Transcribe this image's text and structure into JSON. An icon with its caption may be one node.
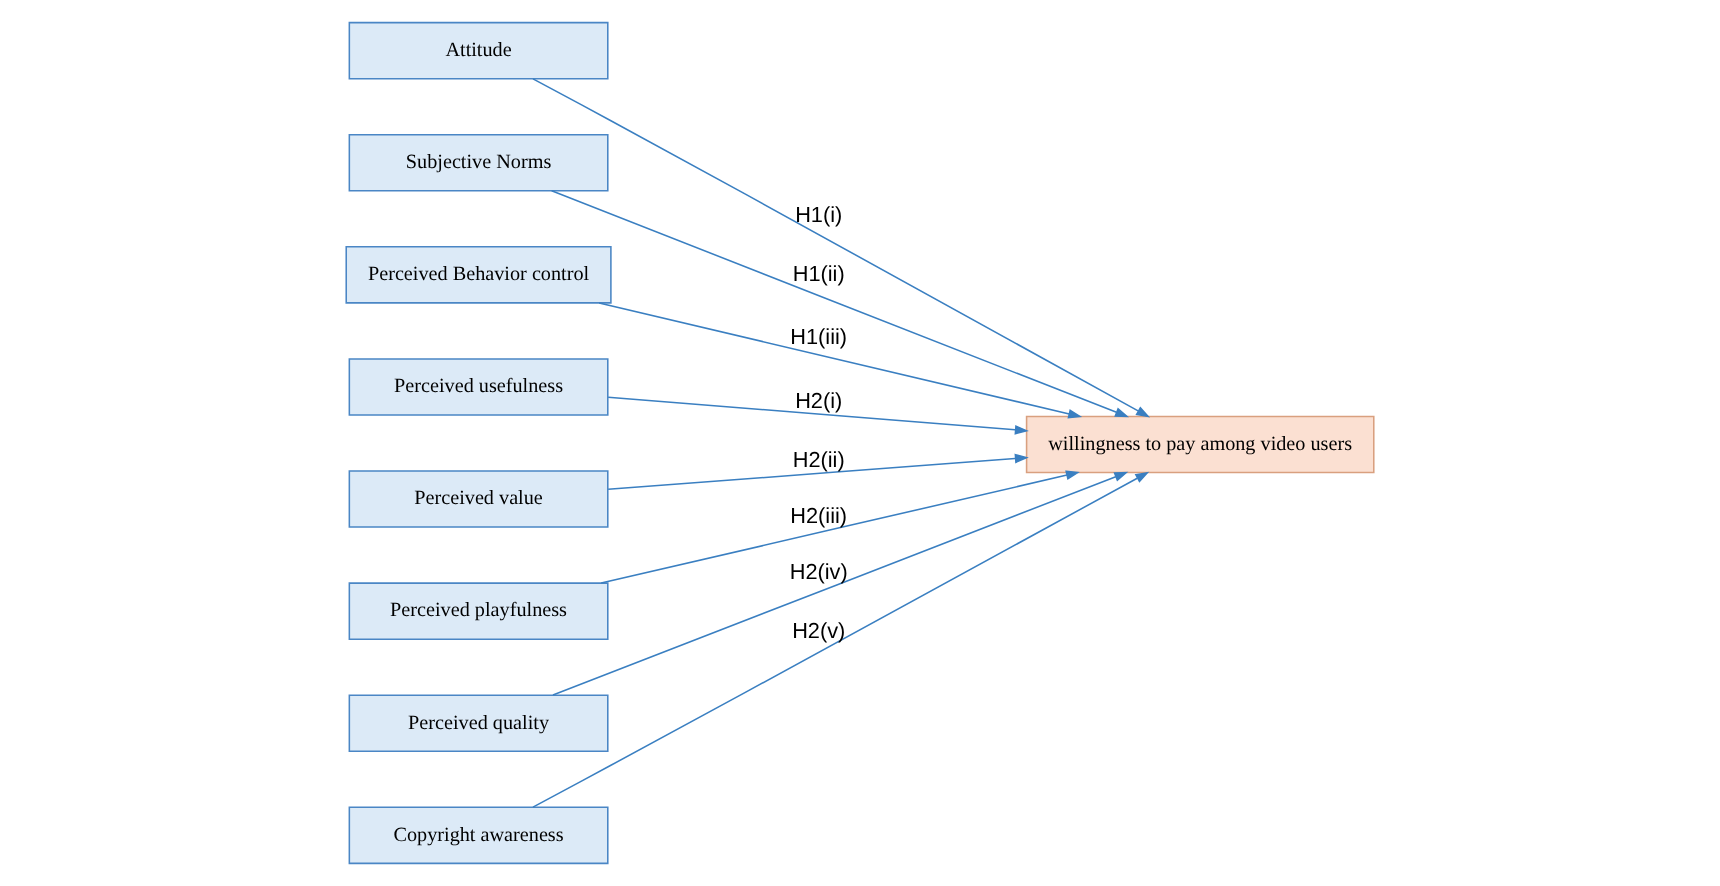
{
  "diagram": {
    "nodes": [
      {
        "text": [
          "Attitude"
        ]
      },
      {
        "text": [
          "Subjective Norms"
        ]
      },
      {
        "text": [
          "Perceived Behavior control"
        ]
      },
      {
        "text": [
          "Perceived usefulness"
        ]
      },
      {
        "text": [
          "Perceived value"
        ]
      },
      {
        "text": [
          "Perceived playfulness"
        ]
      },
      {
        "text": [
          "Perceived quality"
        ]
      },
      {
        "text": [
          "Copyright awareness"
        ]
      },
      {
        "text": [
          "willingness to pay among video users"
        ]
      }
    ],
    "edges": [
      {
        "from": 0,
        "to": 8,
        "arrow": "to",
        "label": "H1(i)"
      },
      {
        "from": 1,
        "to": 8,
        "arrow": "to",
        "label": "H1(ii)"
      },
      {
        "from": 2,
        "to": 8,
        "arrow": "to",
        "label": "H1(iii)"
      },
      {
        "from": 3,
        "to": 8,
        "arrow": "to",
        "label": "H2(i)"
      },
      {
        "from": 4,
        "to": 8,
        "arrow": "to",
        "label": "H2(ii)"
      },
      {
        "from": 5,
        "to": 8,
        "arrow": "to",
        "label": "H2(iii)"
      },
      {
        "from": 6,
        "to": 8,
        "arrow": "to",
        "label": "H2(iv)"
      },
      {
        "from": 7,
        "to": 8,
        "arrow": "to",
        "label": "H2(v)"
      }
    ]
  }
}
